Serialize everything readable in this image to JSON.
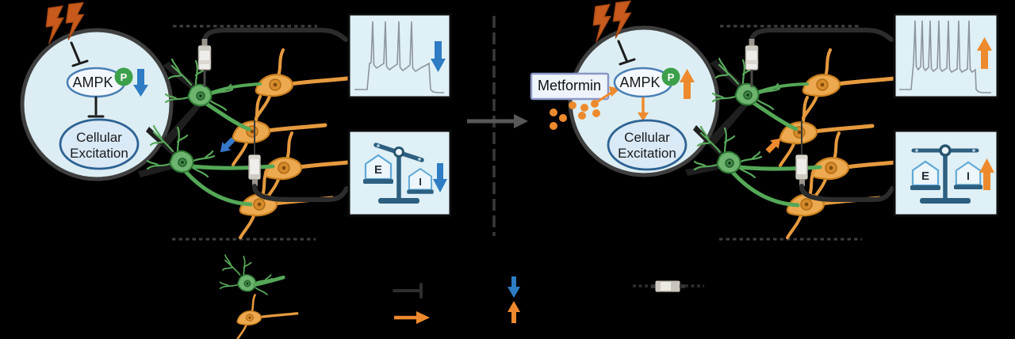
{
  "colors": {
    "accent_blue": "#2e7cc4",
    "accent_orange": "#ee8a2e",
    "phospho_green": "#3da04b",
    "cell_circle_fill": "#dceef3",
    "box_fill": "#dff0f6",
    "scale_blue": "#2d5f80",
    "lightning_orange": "#c75a1c"
  },
  "left_panel": {
    "ampk": "AMPK",
    "phospho": "P",
    "excitation_line1": "Cellular",
    "excitation_line2": "Excitation",
    "excitatory": "E",
    "inhibitory": "I",
    "trace": {
      "type": "line",
      "spike_count": 4,
      "trend": "decrease"
    },
    "balance": {
      "state": "tilted-I-low",
      "trend": "decrease"
    }
  },
  "right_panel": {
    "drug": "Metformin",
    "ampk": "AMPK",
    "phospho": "P",
    "excitation_line1": "Cellular",
    "excitation_line2": "Excitation",
    "excitatory": "E",
    "inhibitory": "I",
    "trace": {
      "type": "line",
      "spike_count": 8,
      "trend": "increase"
    },
    "balance": {
      "state": "balanced",
      "trend": "increase"
    }
  },
  "legend": {
    "items": [
      "green-interneuron-icon",
      "orange-pyramidal-neuron-icon",
      "inhibition-tbar-icon",
      "activation-arrow-icon",
      "decrease-arrow-icon",
      "increase-arrow-icon",
      "recording-electrode-icon"
    ]
  }
}
